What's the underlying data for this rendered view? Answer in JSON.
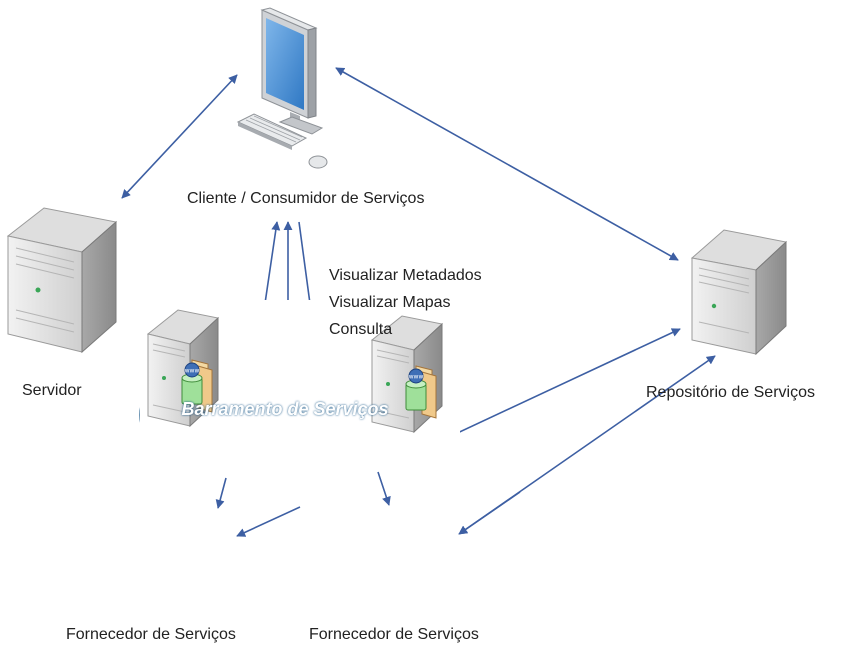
{
  "nodes": {
    "client": {
      "label": "Cliente / Consumidor de Serviços",
      "icon": "desktop-computer-icon"
    },
    "server": {
      "label": "Servidor",
      "icon": "server-tower-icon"
    },
    "repository": {
      "label": "Repositório de Serviços",
      "icon": "server-tower-icon"
    },
    "provider_left": {
      "label": "Fornecedor de Serviços",
      "icon": "web-service-server-icon"
    },
    "provider_right": {
      "label": "Fornecedor de Serviços",
      "icon": "web-service-server-icon"
    }
  },
  "bus": {
    "label": "Barramento de Serviços",
    "icon": "service-bus-pipe-icon"
  },
  "operations": [
    "Visualizar Metadados",
    "Visualizar Mapas",
    "Consulta"
  ],
  "colors": {
    "arrow": "#3d5fa3",
    "bus": "#1f7ec4",
    "server": "#c9c9c9",
    "monitor_screen": "#4f93d6"
  }
}
